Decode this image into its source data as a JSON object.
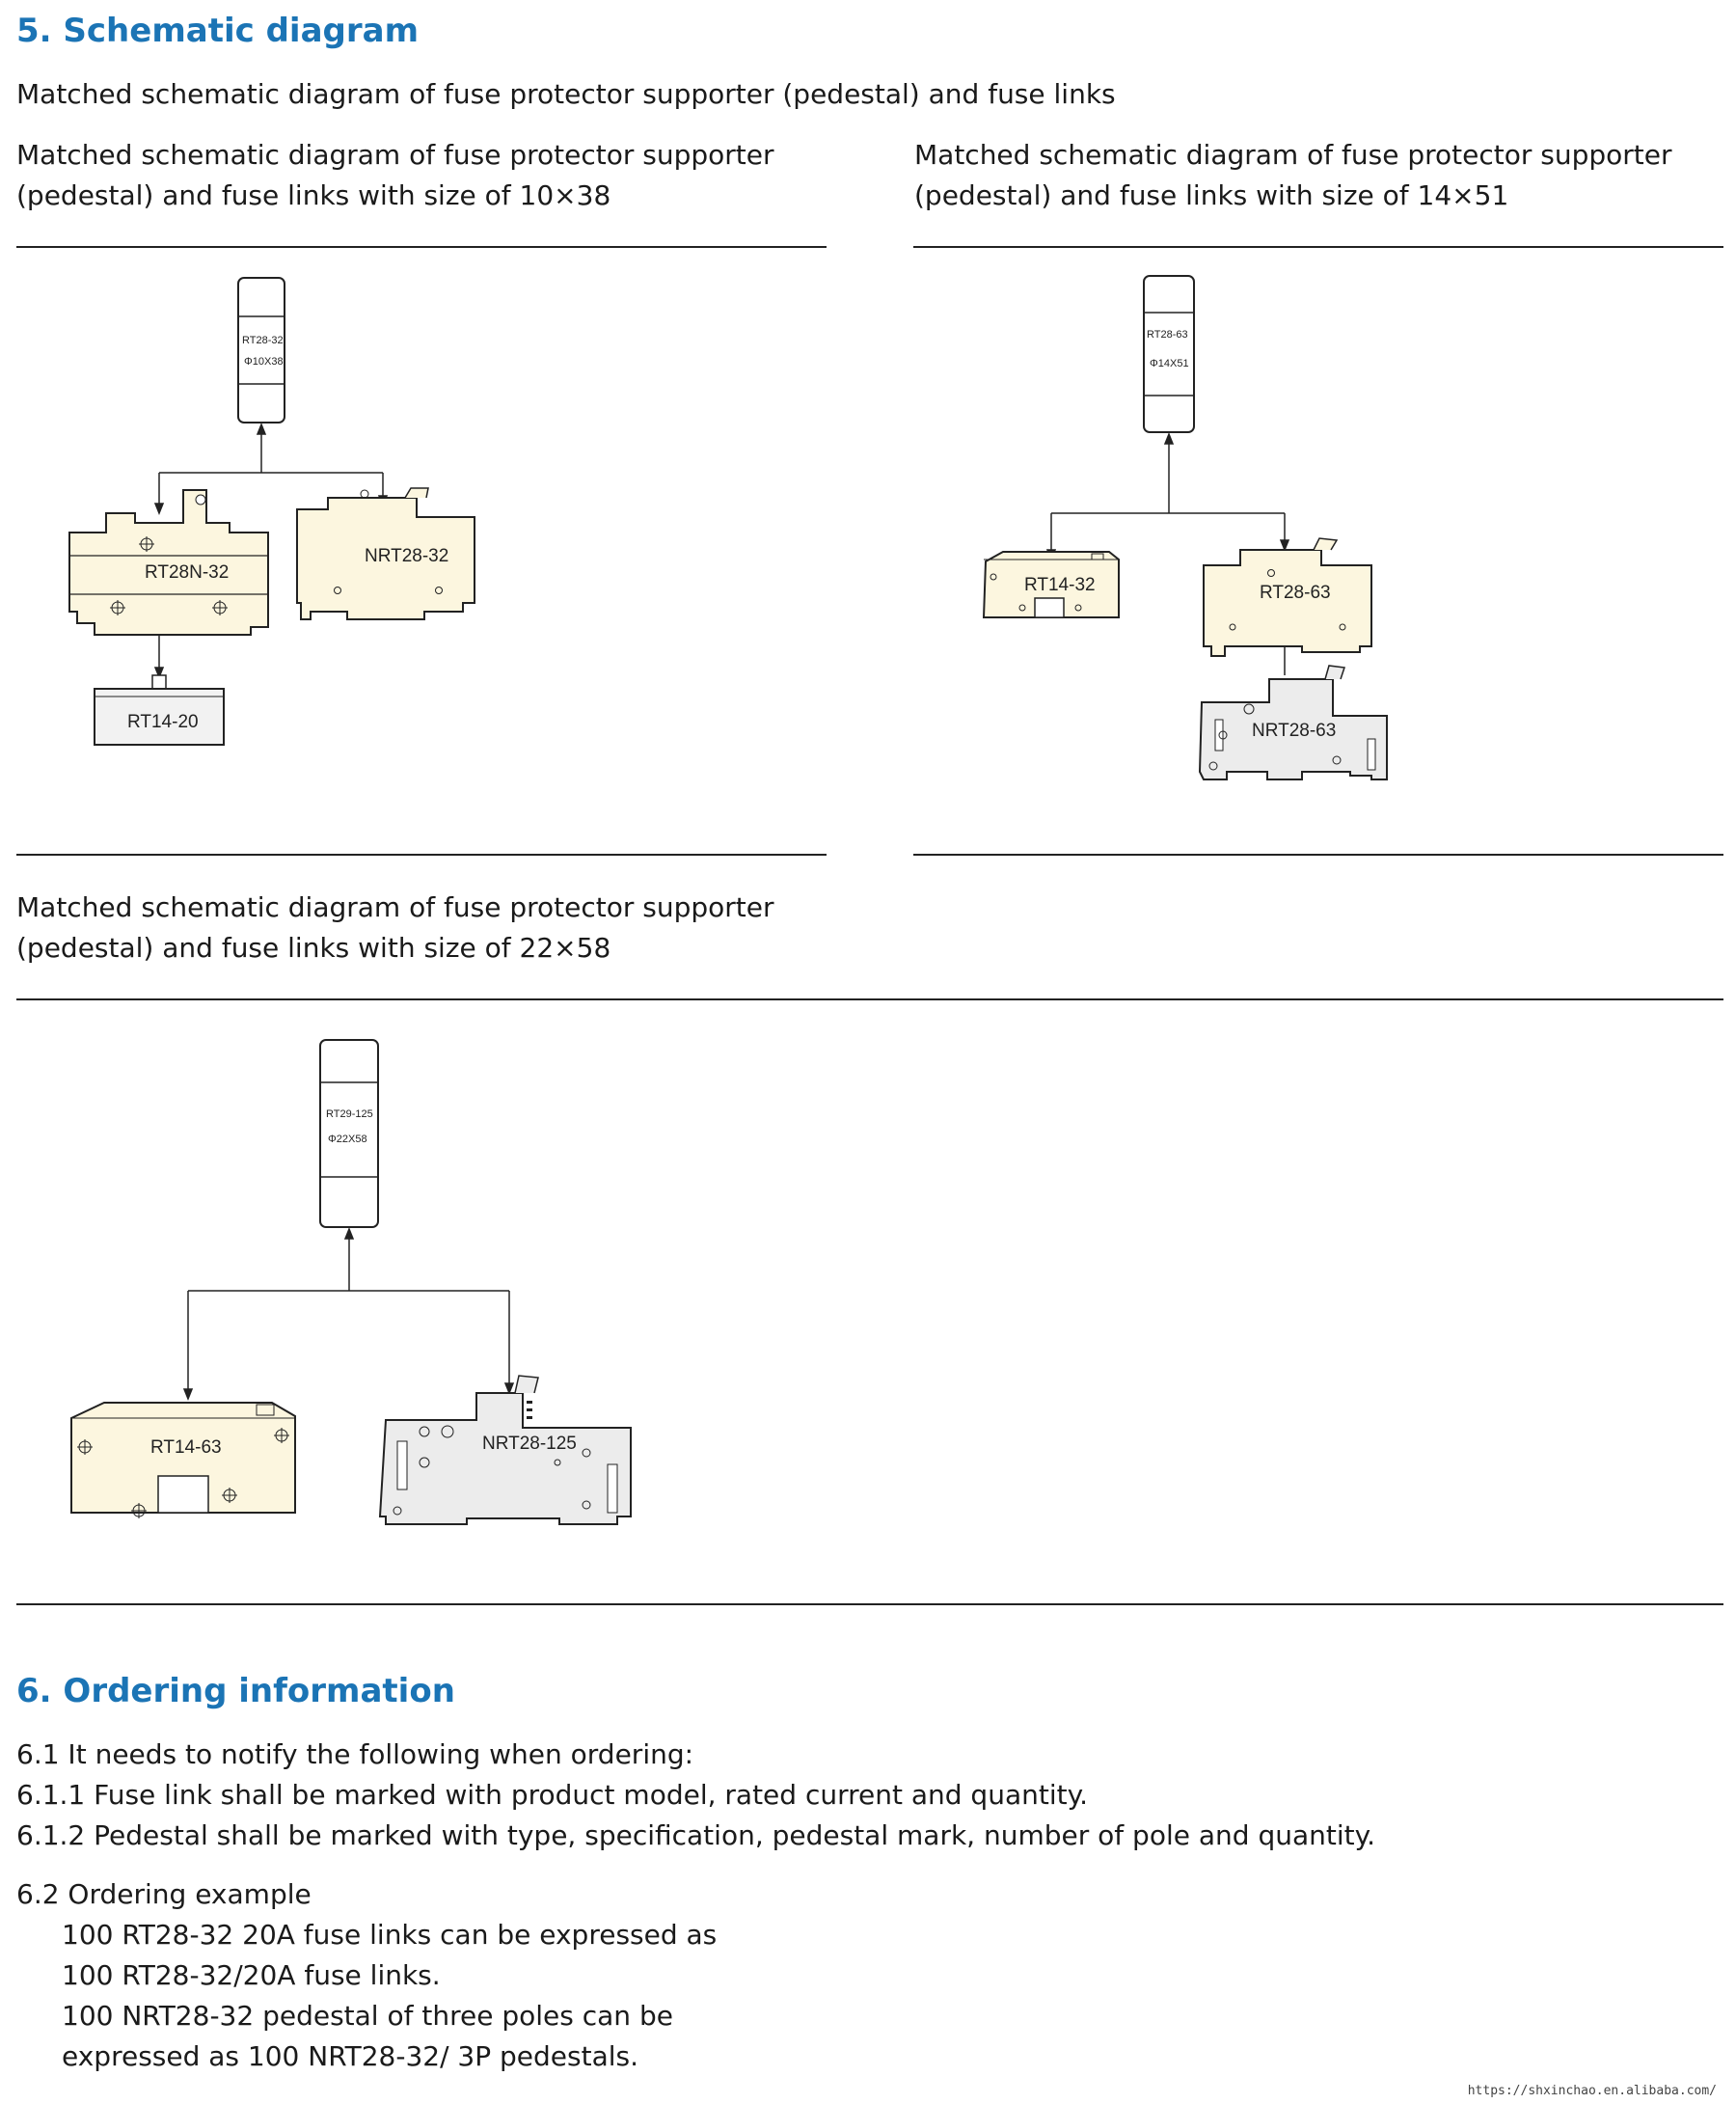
{
  "sec5": {
    "title": "5. Schematic diagram",
    "intro": "Matched schematic diagram of fuse protector supporter (pedestal) and fuse links",
    "d1": {
      "cap1": "Matched schematic diagram of fuse protector supporter",
      "cap2": "(pedestal) and fuse links with size of 10×38",
      "fuse_l1": "RT28-32",
      "fuse_l2": "Φ10X38",
      "base_a": "RT28N-32",
      "base_b": "NRT28-32",
      "base_c": "RT14-20"
    },
    "d2": {
      "cap1": "Matched schematic diagram of fuse protector supporter",
      "cap2": "(pedestal) and fuse links with size of 14×51",
      "fuse_l1": "RT28-63",
      "fuse_l2": "Φ14X51",
      "base_a": "RT14-32",
      "base_b": "RT28-63",
      "base_c": "NRT28-63"
    },
    "d3": {
      "cap1": "Matched schematic diagram of fuse protector supporter",
      "cap2": "(pedestal) and fuse links with size of 22×58",
      "fuse_l1": "RT29-125",
      "fuse_l2": "Φ22X58",
      "base_a": "RT14-63",
      "base_b": "NRT28-125"
    }
  },
  "sec6": {
    "title": "6. Ordering information",
    "l1": "6.1 It needs to notify the following when ordering:",
    "l2": "6.1.1 Fuse link shall be marked with product model, rated current and quantity.",
    "l3": "6.1.2 Pedestal shall be marked with type, specification, pedestal mark, number of pole and quantity.",
    "l4": "6.2 Ordering example",
    "l5": "100 RT28-32  20A fuse links can be expressed as",
    "l6": "100 RT28-32/20A fuse links.",
    "l7": "100 NRT28-32 pedestal of three poles can be",
    "l8": "expressed as 100 NRT28-32/ 3P pedestals."
  },
  "footer_url": "https://shxinchao.en.alibaba.com/",
  "colors": {
    "heading": "#1b74b5",
    "pedestal_cream": "#fcf6df",
    "pedestal_gray": "#ececec"
  }
}
